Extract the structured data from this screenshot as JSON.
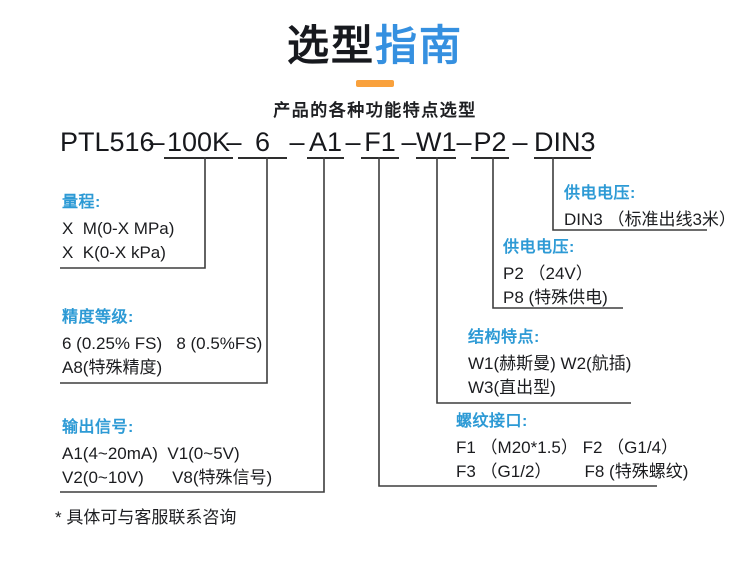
{
  "header": {
    "title_black": "选型",
    "title_blue": "指南",
    "subtitle": "产品的各种功能特点选型"
  },
  "model": {
    "prefix": "PTL516",
    "separator": "–",
    "segments": [
      "100K",
      "6",
      "A1",
      "F1",
      "W1",
      "P2",
      "DIN3"
    ]
  },
  "blocks": {
    "range": {
      "label": "量程:",
      "lines": [
        "X  M(0-X MPa)",
        "X  K(0-X kPa)"
      ]
    },
    "accuracy": {
      "label": "精度等级:",
      "lines": [
        "6 (0.25% FS)   8 (0.5%FS)",
        "A8(特殊精度)"
      ]
    },
    "output": {
      "label": "输出信号:",
      "lines": [
        "A1(4~20mA)  V1(0~5V)",
        "V2(0~10V)      V8(特殊信号)"
      ]
    },
    "thread": {
      "label": "螺纹接口:",
      "lines": [
        "F1 （M20*1.5） F2 （G1/4）",
        "F3 （G1/2）       F8 (特殊螺纹)"
      ]
    },
    "structure": {
      "label": "结构特点:",
      "lines": [
        "W1(赫斯曼) W2(航插)",
        "W3(直出型)"
      ]
    },
    "power": {
      "label": "供电电压:",
      "lines": [
        "P2 （24V）",
        "P8 (特殊供电)"
      ]
    },
    "cable": {
      "label": "供电电压:",
      "lines": [
        "DIN3 （标准出线3米）"
      ]
    }
  },
  "footnote": "* 具体可与客服联系咨询",
  "colors": {
    "accent_blue": "#3590e0",
    "accent_orange": "#f9a13c",
    "label_blue": "#2d9ad5",
    "text": "#1b1c1f",
    "line": "#3d3d3d"
  }
}
